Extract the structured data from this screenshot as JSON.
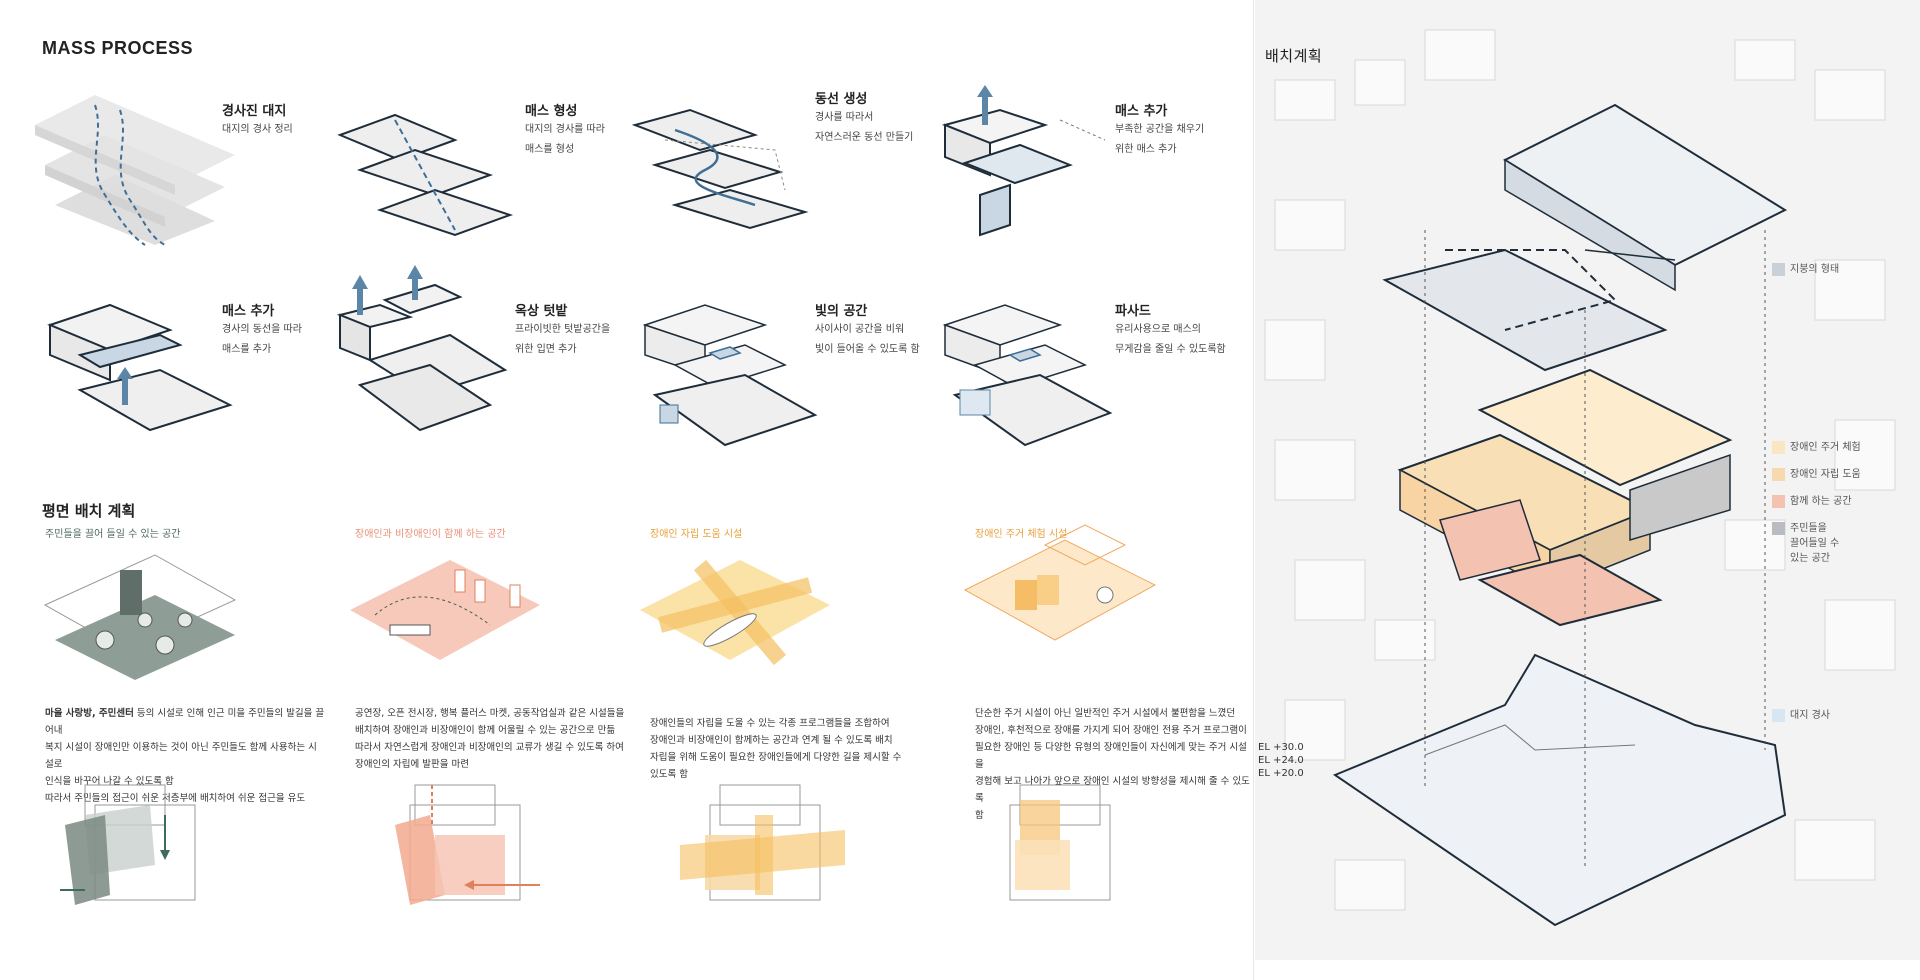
{
  "mass_process": {
    "title": "MASS PROCESS",
    "steps": [
      {
        "title": "경사진 대지",
        "desc": "대지의 경사 정리"
      },
      {
        "title": "매스 형성",
        "desc": "대지의 경사를 따라\n매스를 형성"
      },
      {
        "title": "동선 생성",
        "desc": "경사를 따라서\n자연스러운 동선 만들기"
      },
      {
        "title": "매스 추가",
        "desc": "부족한 공간을 채우기\n위한 매스 추가"
      },
      {
        "title": "매스 추가",
        "desc": "경사의 동선을 따라\n매스를 추가"
      },
      {
        "title": "옥상 텃밭",
        "desc": "프라이빗한 텃밭공간을\n위한 입면 추가"
      },
      {
        "title": "빛의 공간",
        "desc": "사이사이 공간을 비워\n빛이 들어올 수 있도록 함"
      },
      {
        "title": "파사드",
        "desc": "유리사용으로 매스의\n무게감을 줄일 수 있도록함"
      }
    ]
  },
  "plan": {
    "title": "평면 배치 계획",
    "columns": [
      {
        "subtitle": "주민들을 끌어 들일 수 있는 공간",
        "subtitle_color": "#4f6a5f",
        "para_bold": "마을 사랑방, 주민센터",
        "para": " 등의 시설로 인해 인근 미을 주민들의 발길을 끌어내\n복지 시설이 장애인만 이용하는 것이 아닌 주민들도 함께 사용하는 시설로\n인식을 바꾸어 나갈 수 있도록 함\n따라서 주민들의 접근이 쉬운 저층부에 배치하여 쉬운 접근을 유도"
      },
      {
        "subtitle": "장애인과 비장애인이 함께 하는 공간",
        "subtitle_color": "#e8907a",
        "para_bold": "",
        "para": "공연장, 오픈 전시장, 행복 플러스 마켓, 공동작업실과 같은 시설들을\n배치하여 장애인과 비장애인이 함께 어울릴 수 있는 공간으로 만듦\n 따라서 자연스럽게 장애인과 비장애인의 교류가 생길 수 있도록 하여\n장애인의 자립에 발판을 마련"
      },
      {
        "subtitle": "장애인 자립 도움 시설",
        "subtitle_color": "#e8a03c",
        "para_bold": "",
        "para": "장애인들의 자립을 도울 수 있는 각종 프로그램들을 조합하여\n장애인과 비장애인이 함께하는 공간과 연계 될 수 있도록 배치\n 자립을 위해 도움이 필요한 장애인들에게 다양한 길을 제시할 수\n있도록 함"
      },
      {
        "subtitle": "장애인 주거 체험 시설",
        "subtitle_color": "#e8a03c",
        "para_bold": "",
        "para": "단순한 주거 시설이 아닌 일반적인 주거 시설에서 불편함을 느꼈던\n장애인, 후천적으로 장애를 가지게 되어 장애인 전용 주거 프로그램이\n필요한 장애인 등 다양한 유형의 장애인들이 자신에게 맞는 주거 시설을\n경험해 보고 나아가 앞으로 장애인 시설의 방향성을 제시해 줄 수 있도록\n함"
      }
    ]
  },
  "site_plan": {
    "title": "배치계획",
    "legend_roof": {
      "label": "지붕의 형태",
      "color": "#c9d0d8"
    },
    "legend_program": [
      {
        "label": "장애인 주거 체험",
        "color": "#fbe6c4"
      },
      {
        "label": "장애인 자립 도움",
        "color": "#f7d9b0"
      },
      {
        "label": "함께 하는 공간",
        "color": "#f3c2b1"
      },
      {
        "label": "주민들을\n끌어들일 수\n있는 공간",
        "color": "#b9bcc0"
      }
    ],
    "legend_site": {
      "label": "대지 경사",
      "color": "#d7e6f0"
    },
    "elevations": [
      "EL +30.0",
      "EL +24.0",
      "EL +20.0"
    ]
  },
  "colors": {
    "accent_blue": "#5b86a8",
    "line_dark": "#1f2d3a",
    "green_gray": "#6f8079",
    "salmon": "#f1b7a3",
    "amber": "#f5c27a",
    "orange_line": "#e8904a"
  }
}
